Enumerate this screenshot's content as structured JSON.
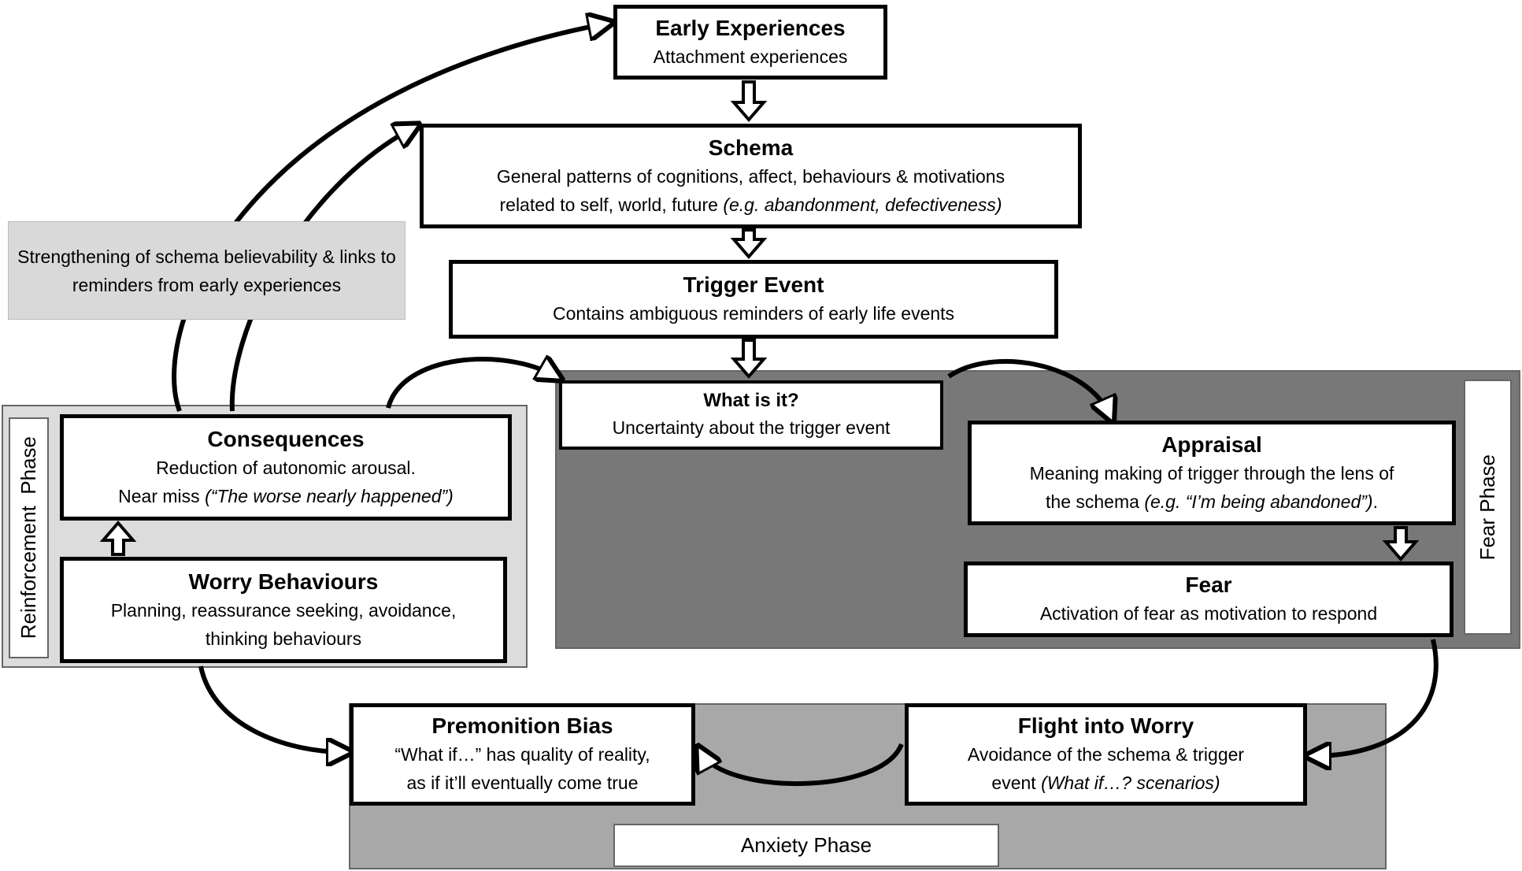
{
  "colors": {
    "fear_region": "#787878",
    "reinforcement_region": "#dcdcdc",
    "anxiety_region": "#a8a8a8",
    "strengthening_box": "#d9d9d9",
    "border": "#000000"
  },
  "early": {
    "title": "Early Experiences",
    "text": "Attachment experiences"
  },
  "schema": {
    "title": "Schema",
    "line1": "General patterns of cognitions, affect, behaviours & motivations",
    "line2a": "related to self, world, future ",
    "line2b": "(e.g. abandonment, defectiveness)"
  },
  "trigger": {
    "title": "Trigger Event",
    "text": "Contains ambiguous reminders of early life events"
  },
  "whatisit": {
    "title": "What is it?",
    "text": "Uncertainty about the trigger event"
  },
  "appraisal": {
    "title": "Appraisal",
    "line1": "Meaning making of trigger through the lens of",
    "line2a": "the schema ",
    "line2b": "(e.g. “I’m being abandoned”)",
    "line2c": "."
  },
  "fear": {
    "title": "Fear",
    "text": "Activation of fear as motivation to respond"
  },
  "fear_phase": "Fear Phase",
  "strengthening": {
    "text": "Strengthening of schema believability & links to reminders from early experiences"
  },
  "consequences": {
    "title": "Consequences",
    "line1": "Reduction of autonomic arousal.",
    "line2a": "Near miss ",
    "line2b": "(“The worse nearly happened”)"
  },
  "worry": {
    "title": "Worry Behaviours",
    "line1": "Planning, reassurance seeking, avoidance,",
    "line2": "thinking behaviours"
  },
  "reinforcement_phase": "Reinforcement  Phase",
  "premonition": {
    "title": "Premonition Bias",
    "line1": "“What if…” has quality of reality,",
    "line2": "as if it’ll eventually come true"
  },
  "flight": {
    "title": "Flight into Worry",
    "line1": "Avoidance of the schema & trigger",
    "line2a": "event ",
    "line2b": "(What if…? scenarios)"
  },
  "anxiety_phase": "Anxiety Phase"
}
